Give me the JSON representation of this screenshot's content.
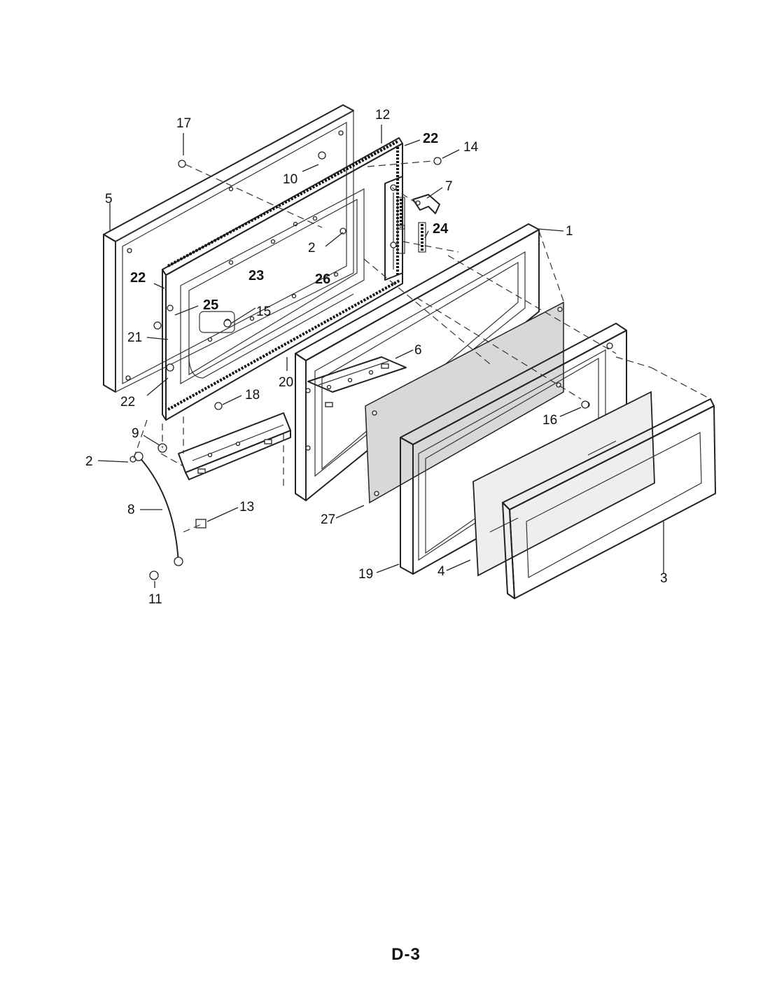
{
  "page_code": "D-3",
  "callouts": {
    "p1": "1",
    "p2a": "2",
    "p2b": "2",
    "p3": "3",
    "p4": "4",
    "p5": "5",
    "p6": "6",
    "p7": "7",
    "p8": "8",
    "p9": "9",
    "p10": "10",
    "p11": "11",
    "p12": "12",
    "p13": "13",
    "p14": "14",
    "p15": "15",
    "p16": "16",
    "p17": "17",
    "p18": "18",
    "p19": "19",
    "p20": "20",
    "p21": "21",
    "p22a": "22",
    "p22b": "22",
    "p22c": "22",
    "p23": "23",
    "p24": "24",
    "p25": "25",
    "p26": "26",
    "p27": "27"
  }
}
